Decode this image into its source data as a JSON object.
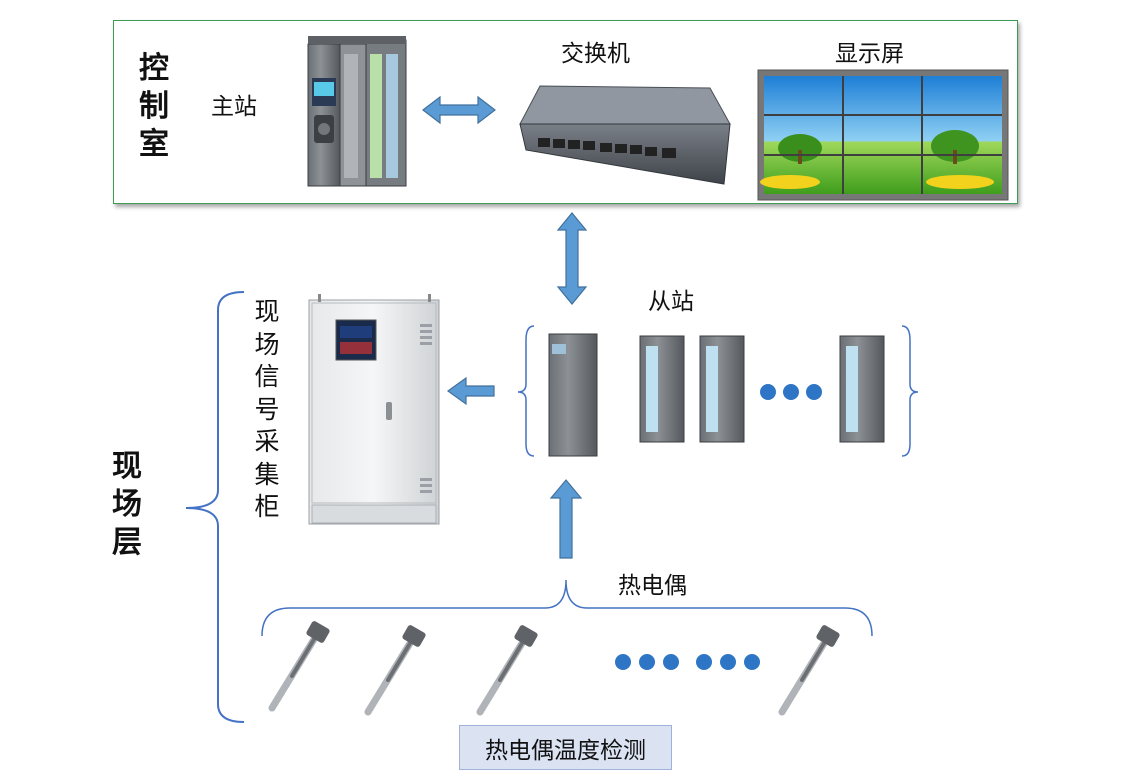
{
  "control_room": {
    "title_chars": [
      "控",
      "制",
      "室"
    ],
    "master_label": "主站",
    "switch_label": "交换机",
    "display_label": "显示屏"
  },
  "field_layer": {
    "title_chars": [
      "现",
      "场",
      "层"
    ],
    "cabinet_label_chars": [
      "现",
      "场",
      "信",
      "号",
      "采",
      "集",
      "柜"
    ],
    "slave_label": "从站",
    "thermocouple_label": "热电偶"
  },
  "footer": {
    "caption": "热电偶温度检测"
  },
  "colors": {
    "arrow": "#5b9bd5",
    "arrow_stroke": "#41719c",
    "box_border": "#3f9a55",
    "brace": "#4472c4",
    "dot": "#2e75c6",
    "caption_bg": "#dbe3f3"
  }
}
